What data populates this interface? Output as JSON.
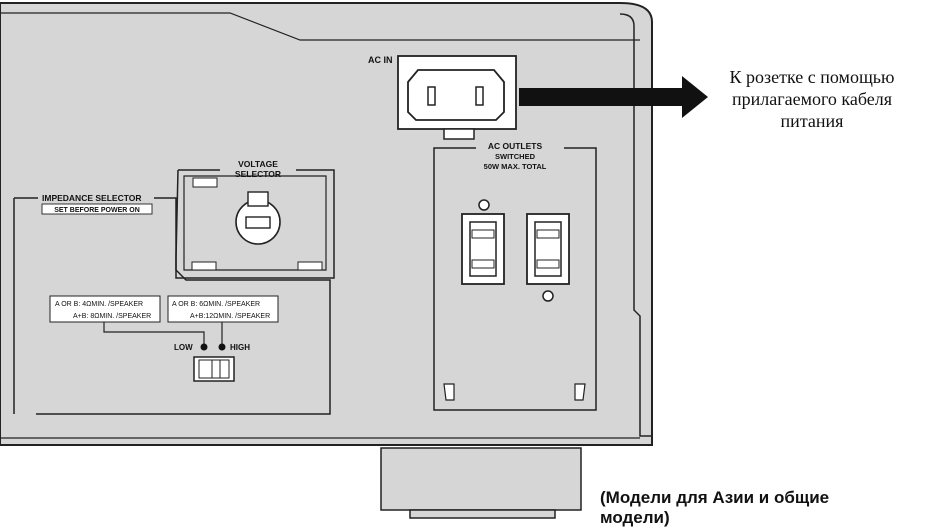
{
  "panel": {
    "ac_in": "AC IN",
    "voltage_selector": [
      "VOLTAGE",
      "SELECTOR"
    ],
    "impedance_selector": "IMPEDANCE SELECTOR",
    "set_before": "SET BEFORE POWER ON",
    "ac_outlets": [
      "AC OUTLETS",
      "SWITCHED",
      "50W MAX. TOTAL"
    ],
    "imp_low_box": [
      "A OR B:  4ΩMIN. /SPEAKER",
      "A+B:  8ΩMIN. /SPEAKER"
    ],
    "imp_high_box": [
      "A OR B:  6ΩMIN. /SPEAKER",
      "A+B:12ΩMIN. /SPEAKER"
    ],
    "low": "LOW",
    "high": "HIGH"
  },
  "annotation": [
    "К розетке с помощью",
    "прилагаемого кабеля",
    "питания"
  ],
  "caption": [
    "(Модели для Азии и общие",
    "модели)"
  ],
  "colors": {
    "panel": "#d6d6d6",
    "line": "#222222",
    "arrow": "#111111"
  }
}
